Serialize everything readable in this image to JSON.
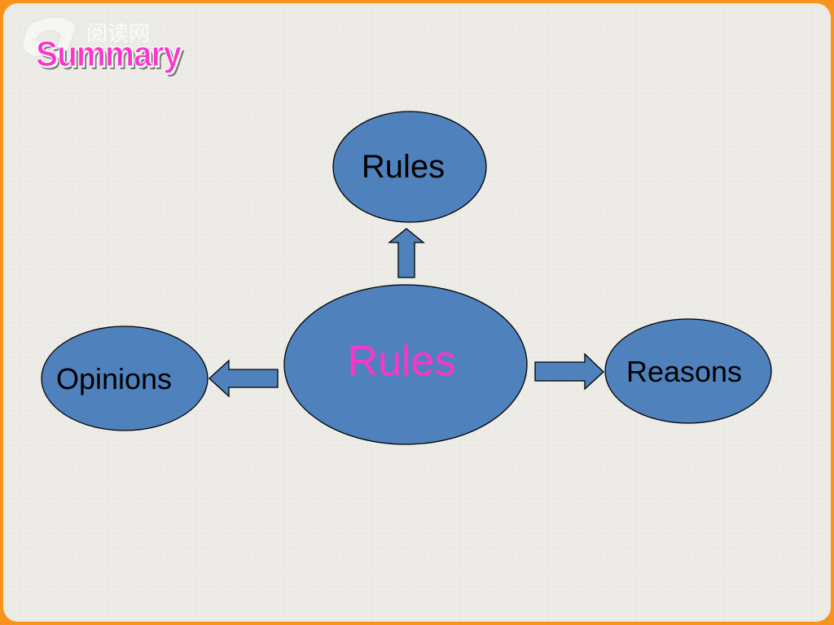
{
  "slide": {
    "title": "Summary",
    "watermark_text": "阅读网"
  },
  "diagram": {
    "center": {
      "label": "Rules"
    },
    "top": {
      "label": "Rules"
    },
    "left": {
      "label": "Opinions"
    },
    "right": {
      "label": "Reasons"
    }
  },
  "colors": {
    "frame": "#f7941d",
    "background": "#ecebe6",
    "node_fill": "#4f81bd",
    "title": "#ff33cc",
    "center_text": "#ff33cc"
  },
  "icons": [
    "up-arrow-icon",
    "left-arrow-icon",
    "right-arrow-icon"
  ]
}
